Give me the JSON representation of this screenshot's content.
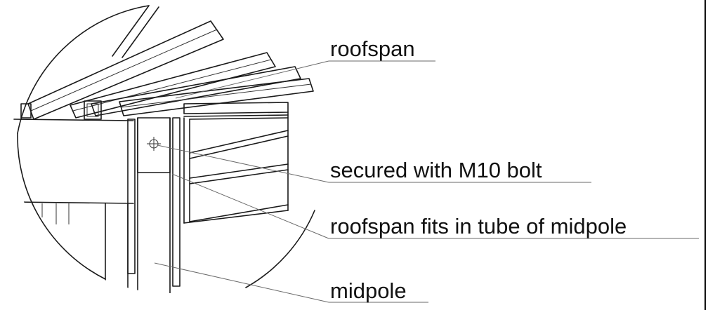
{
  "labels": {
    "roofspan": "roofspan",
    "bolt": "secured with M10 bolt",
    "tube": "roofspan fits in tube of midpole",
    "midpole": "midpole"
  }
}
